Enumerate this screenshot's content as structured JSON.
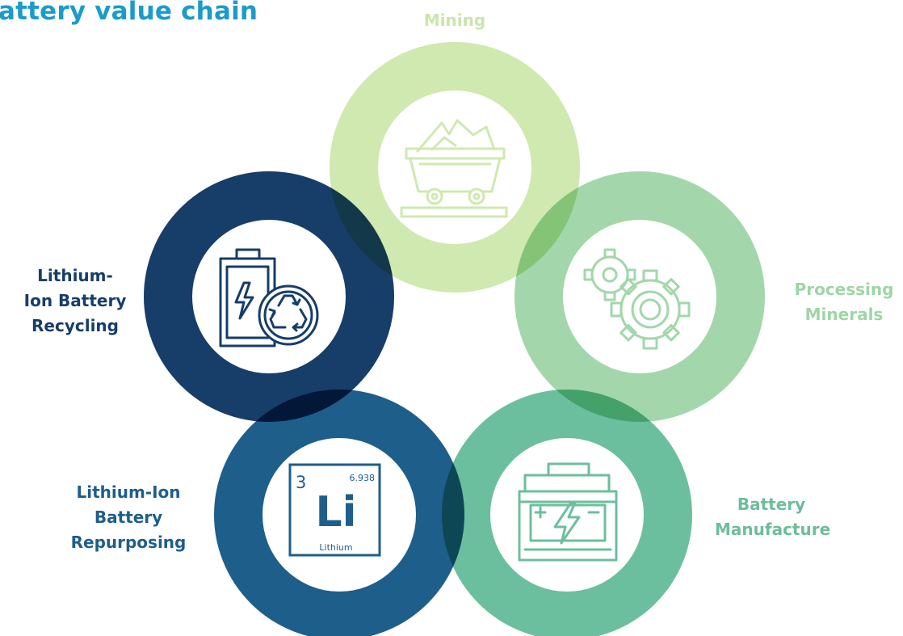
{
  "title": "attery value chain",
  "colors": {
    "title": "#1b9bc9",
    "mining": "#cfe9b0",
    "processing": "#a3d7ab",
    "manufacture": "#6cbf9e",
    "repurposing": "#1e5e8a",
    "recycling": "#173d69",
    "icon_stroke": "#1d4065"
  },
  "stages": {
    "mining": {
      "lines": [
        "Mining"
      ],
      "icon": "mine-cart-icon",
      "color": "#c9e6a9"
    },
    "processing": {
      "lines": [
        "Processing",
        "Minerals"
      ],
      "icon": "gears-icon",
      "color": "#9fd5a6"
    },
    "manufacture": {
      "lines": [
        "Battery",
        "Manufacture"
      ],
      "icon": "car-battery-icon",
      "color": "#6dbd9b"
    },
    "repurposing": {
      "lines": [
        "Lithium-Ion",
        "Battery",
        "Repurposing"
      ],
      "icon": "lithium-element-icon",
      "color": "#1e5e8a"
    },
    "recycling": {
      "lines": [
        "Lithium-",
        "Ion Battery",
        "Recycling"
      ],
      "icon": "battery-recycle-icon",
      "color": "#173d69"
    }
  },
  "element": {
    "number": "3",
    "mass": "6.938",
    "symbol": "Li",
    "name": "Lithium"
  }
}
